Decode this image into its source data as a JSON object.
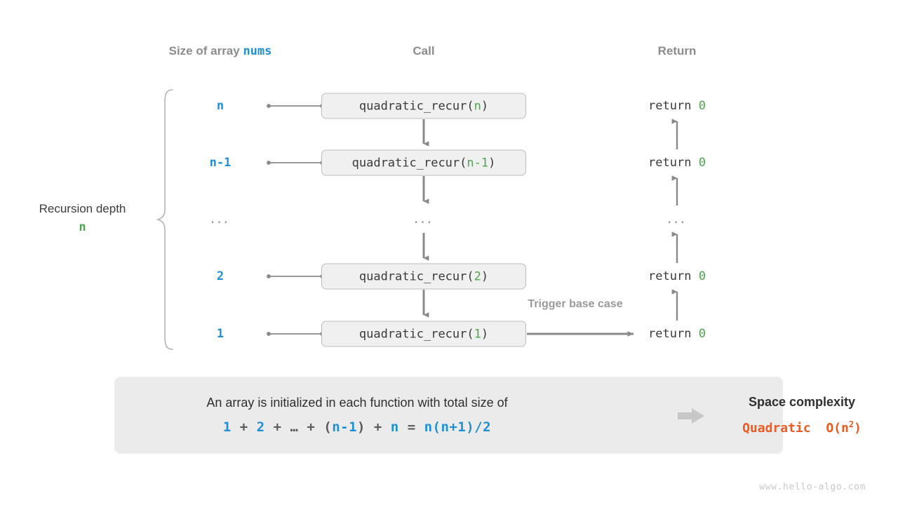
{
  "headers": {
    "size_prefix": "Size of array ",
    "size_var": "nums",
    "call": "Call",
    "return": "Return"
  },
  "depth": {
    "label": "Recursion depth",
    "value": "n"
  },
  "rows": [
    {
      "size": "n",
      "call_fn": "quadratic_recur(",
      "call_arg": "n",
      "call_close": ")",
      "return_kw": "return ",
      "return_val": "0"
    },
    {
      "size": "n-1",
      "call_fn": "quadratic_recur(",
      "call_arg": "n-1",
      "call_close": ")",
      "return_kw": "return ",
      "return_val": "0"
    },
    {
      "size": "...",
      "call_fn": "...",
      "call_arg": "",
      "call_close": "",
      "return_kw": "...",
      "return_val": ""
    },
    {
      "size": "2",
      "call_fn": "quadratic_recur(",
      "call_arg": "2",
      "call_close": ")",
      "return_kw": "return ",
      "return_val": "0"
    },
    {
      "size": "1",
      "call_fn": "quadratic_recur(",
      "call_arg": "1",
      "call_close": ")",
      "return_kw": "return ",
      "return_val": "0"
    }
  ],
  "annotations": {
    "trigger_base_case": "Trigger base case"
  },
  "summary": {
    "description": "An array is initialized in each function with total size of",
    "formula_parts": [
      {
        "t": "1",
        "c": "b"
      },
      {
        "t": " + ",
        "c": "op"
      },
      {
        "t": "2",
        "c": "b"
      },
      {
        "t": " + ",
        "c": "op"
      },
      {
        "t": "…",
        "c": "op"
      },
      {
        "t": " + ",
        "c": "op"
      },
      {
        "t": "(",
        "c": "op"
      },
      {
        "t": "n-1",
        "c": "b"
      },
      {
        "t": ")",
        "c": "op"
      },
      {
        "t": " + ",
        "c": "op"
      },
      {
        "t": "n",
        "c": "b"
      },
      {
        "t": " = ",
        "c": "op"
      },
      {
        "t": "n(n+1)/2",
        "c": "b"
      }
    ],
    "formula_plain": "1 + 2 + … + (n-1) + n = n(n+1)/2",
    "space_title": "Space complexity",
    "space_kind": "Quadratic",
    "space_notation": "O(n",
    "space_exponent": "2",
    "space_notation_close": ")"
  },
  "watermark": "www.hello-algo.com",
  "colors": {
    "blue": "#1f8fd6",
    "green": "#4ca64c",
    "orange": "#ec5b22",
    "gray_header": "#8c8c8c",
    "box_fill": "#f0f0f0",
    "box_border": "#bdbdbd",
    "panel_bg": "#ebebeb",
    "wire": "#8a8a8a"
  }
}
